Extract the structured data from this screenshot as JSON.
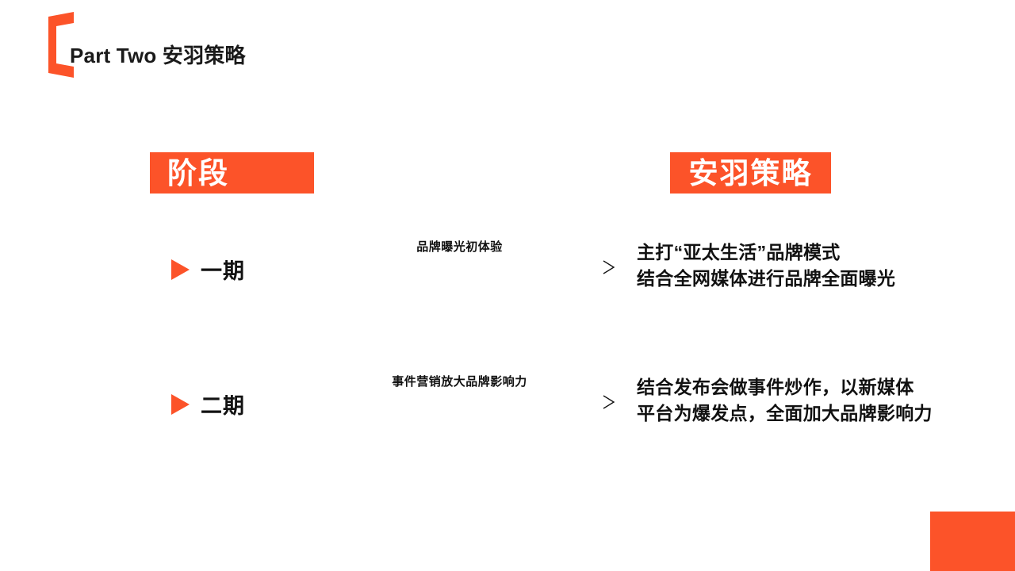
{
  "slide": {
    "header": {
      "title": "Part Two 安羽策略",
      "logo_icon": "bracket-logo-icon"
    },
    "accent_color": "#FC5329",
    "text_color": "#111111",
    "columns": [
      {
        "key": "stage",
        "label": "阶段"
      },
      {
        "key": "strategy",
        "label": "安羽策略"
      }
    ],
    "rows": [
      {
        "bullet_icon": "triangle-right-icon",
        "phase": "一期",
        "arrow_caption": "品牌曝光初体验",
        "arrow_icon": "arrow-right-icon",
        "strategy_lines": [
          "主打“亚太生活”品牌模式",
          "结合全网媒体进行品牌全面曝光"
        ]
      },
      {
        "bullet_icon": "triangle-right-icon",
        "phase": "二期",
        "arrow_caption": "事件营销放大品牌影响力",
        "arrow_icon": "arrow-right-icon",
        "strategy_lines": [
          "结合发布会做事件炒作，以新媒体",
          "平台为爆发点，全面加大品牌影响力"
        ]
      }
    ],
    "corner_accent": "corner-accent-block"
  }
}
